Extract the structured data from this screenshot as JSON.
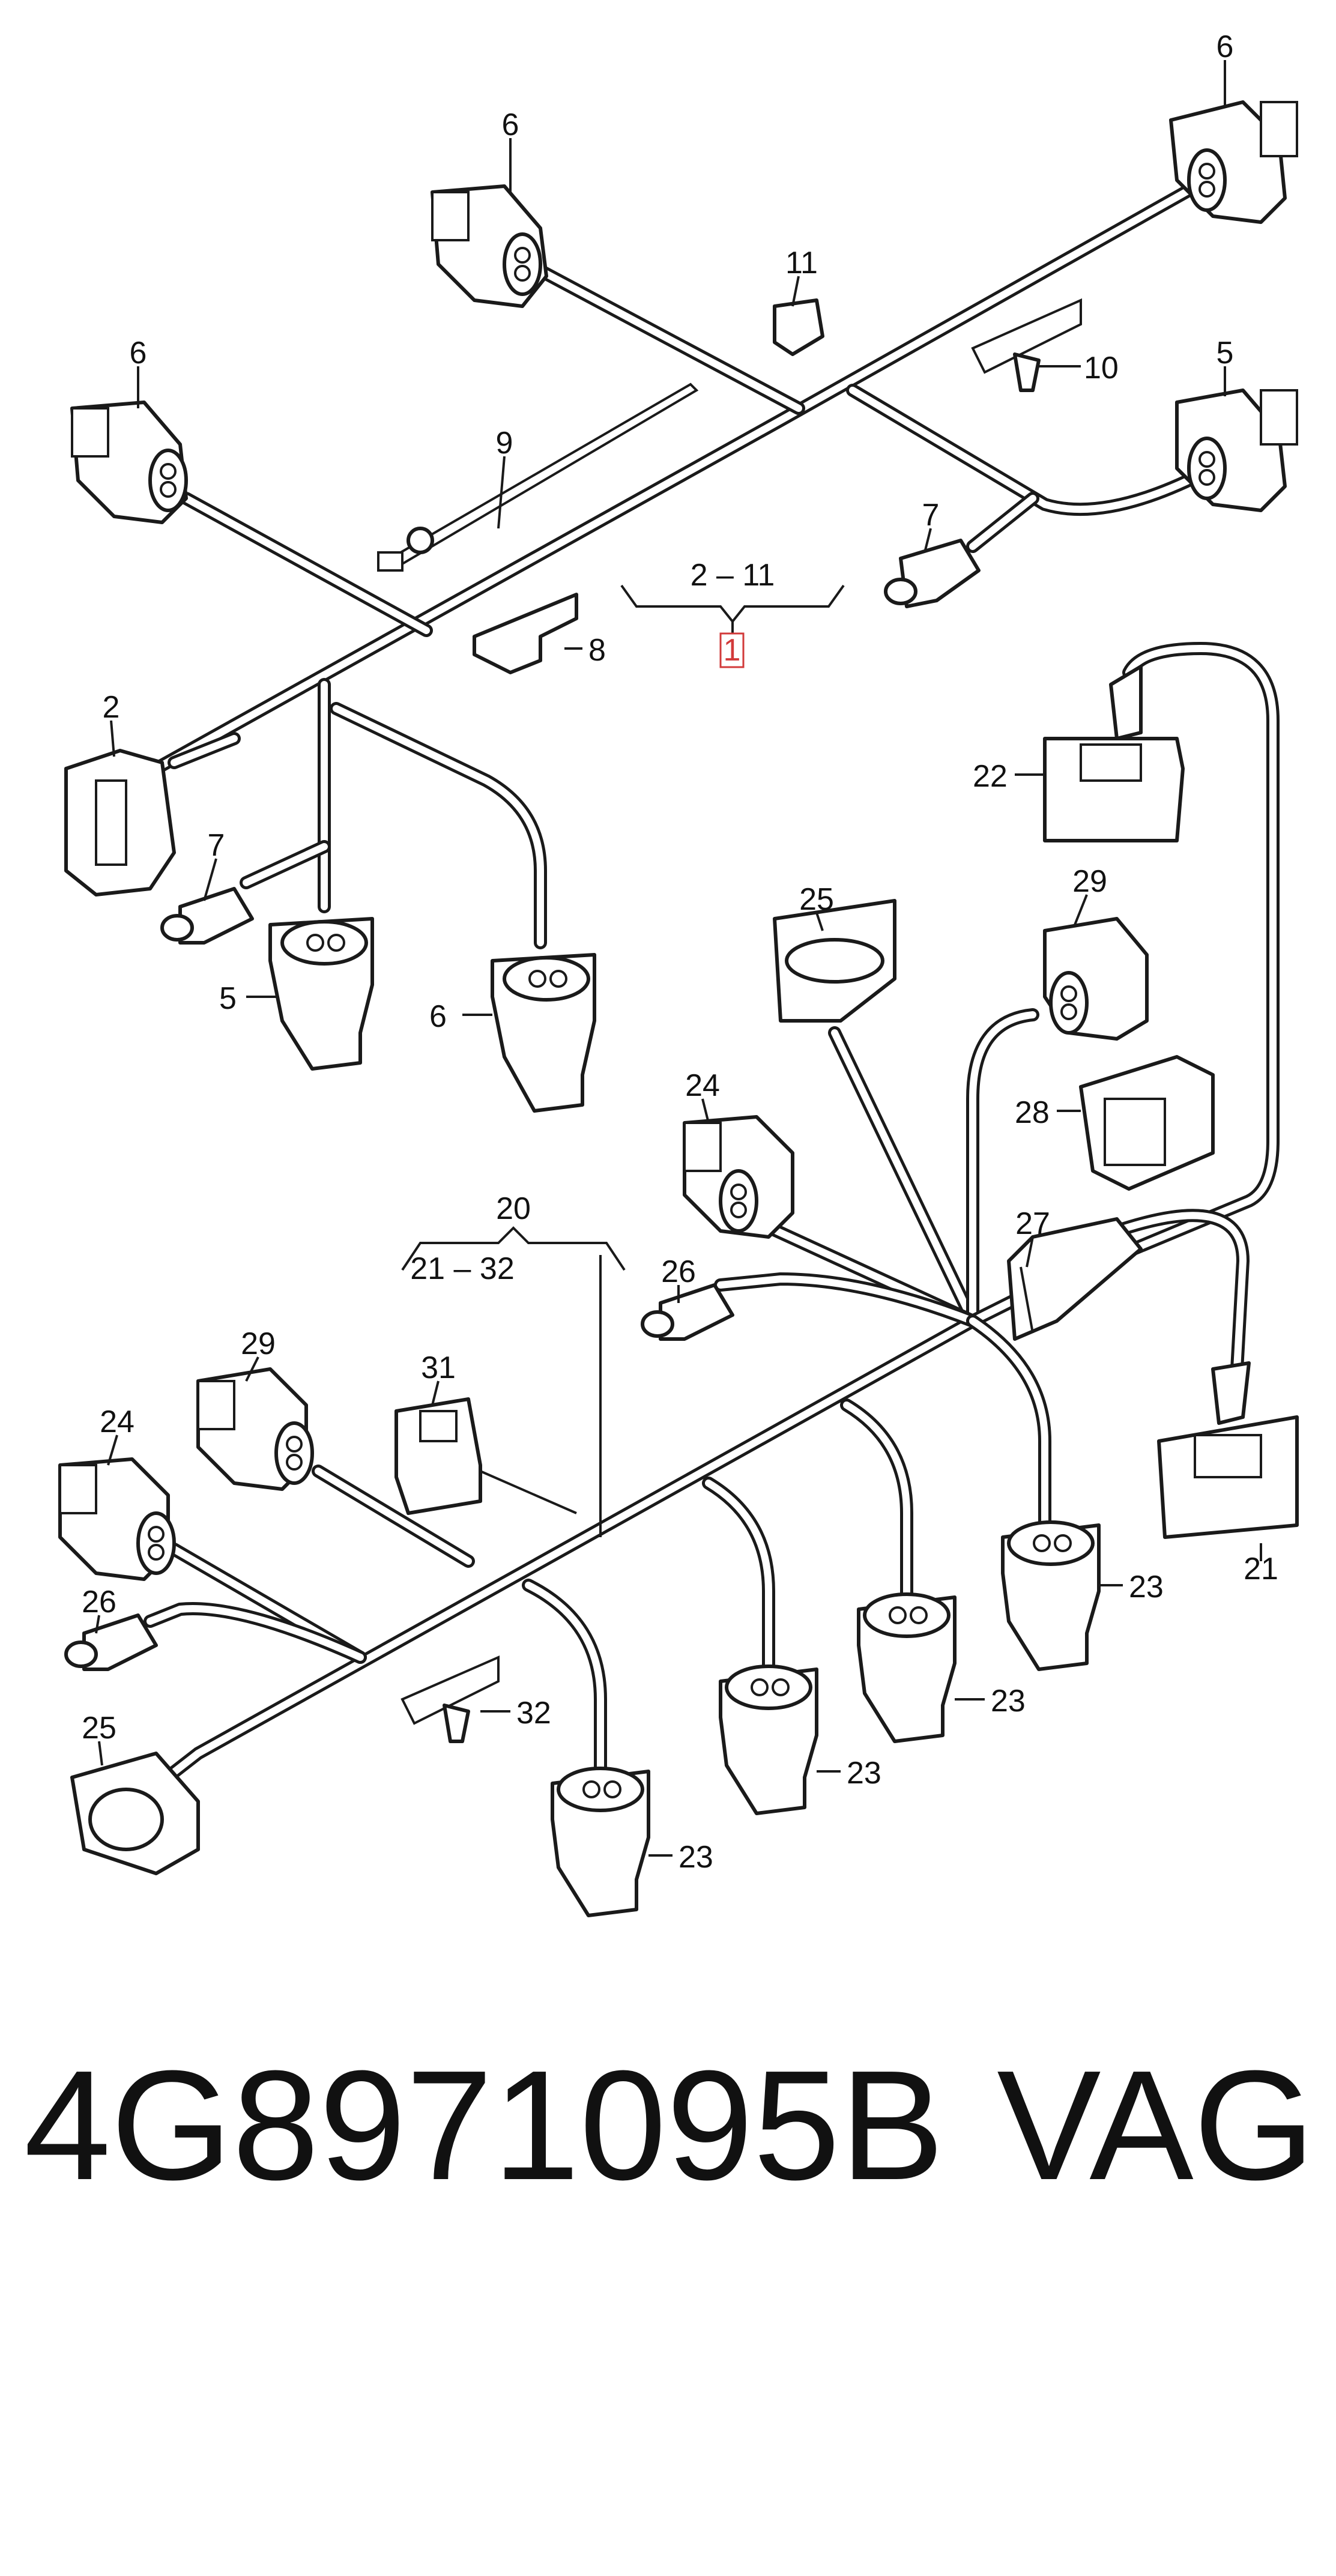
{
  "callouts": {
    "c1": "1",
    "c2": "2",
    "c2_11": "2 – 11",
    "c5a": "5",
    "c5b": "5",
    "c6a": "6",
    "c6b": "6",
    "c6c": "6",
    "c6d": "6",
    "c7a": "7",
    "c7b": "7",
    "c8": "8",
    "c9": "9",
    "c10": "10",
    "c11": "11",
    "c20": "20",
    "c21_32": "21 – 32",
    "c21": "21",
    "c22": "22",
    "c23a": "23",
    "c23b": "23",
    "c23c": "23",
    "c23d": "23",
    "c24a": "24",
    "c24b": "24",
    "c25a": "25",
    "c25b": "25",
    "c26a": "26",
    "c26b": "26",
    "c27": "27",
    "c28": "28",
    "c29a": "29",
    "c29b": "29",
    "c31": "31",
    "c32": "32"
  },
  "footer": {
    "part_number": "4G8971095B",
    "brand": "VAG"
  },
  "colors": {
    "line": "#1a1a1a",
    "reference_box": "#d23a3a"
  }
}
